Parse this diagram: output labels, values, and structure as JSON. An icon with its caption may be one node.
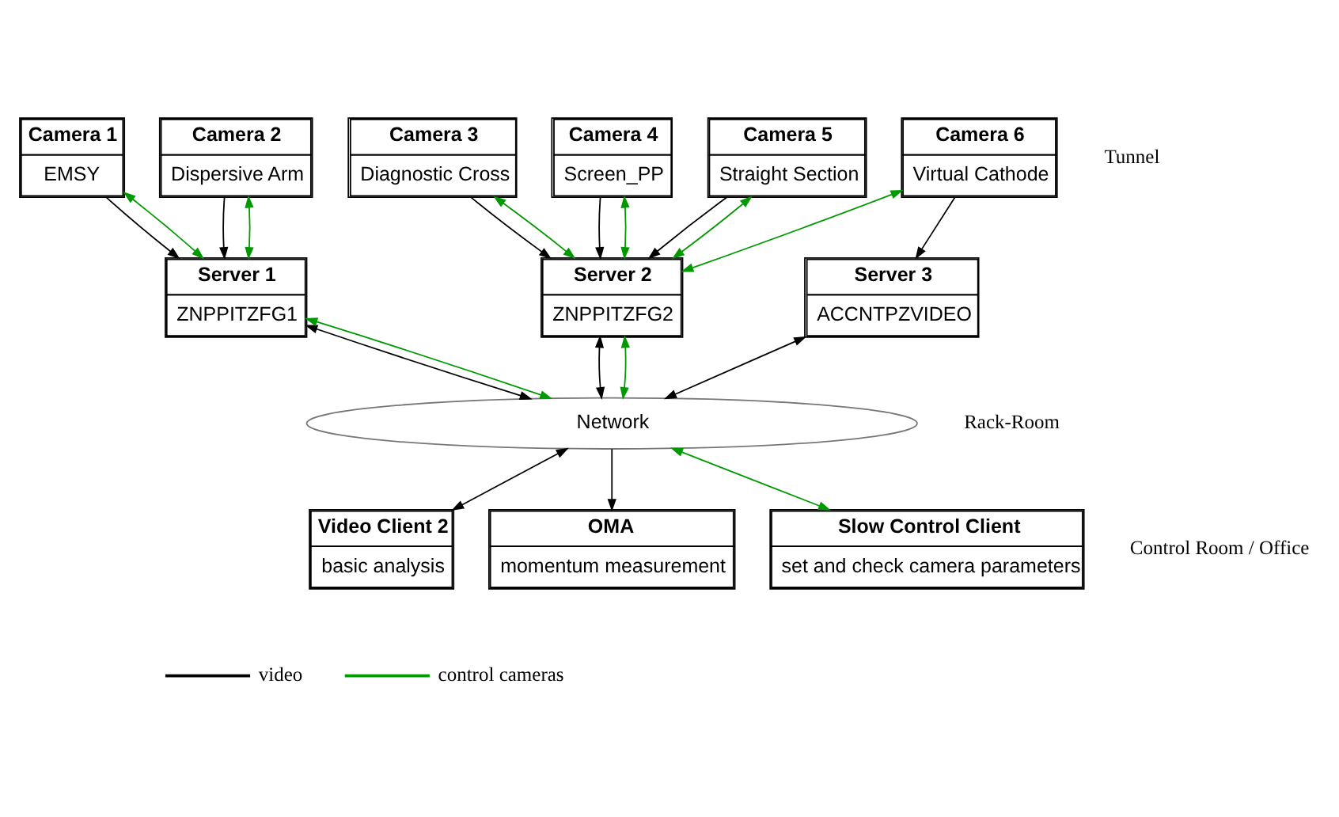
{
  "diagram": {
    "nodes": [
      {
        "text": [
          "Camera 1",
          "EMSY"
        ]
      },
      {
        "text": [
          "Camera 2",
          "Dispersive Arm"
        ]
      },
      {
        "text": [
          "Camera 3",
          "Diagnostic Cross"
        ]
      },
      {
        "text": [
          "Camera 4",
          "Screen_PP"
        ]
      },
      {
        "text": [
          "Camera 5",
          "Straight Section"
        ]
      },
      {
        "text": [
          "Camera 6",
          "Virtual Cathode"
        ]
      },
      {
        "text": [
          "Server 1",
          "ZNPPITZFG1"
        ]
      },
      {
        "text": [
          "Server 2",
          "ZNPPITZFG2"
        ]
      },
      {
        "text": [
          "Server 3",
          "ACCNTPZVIDEO"
        ]
      },
      {
        "text": [
          "Network"
        ]
      },
      {
        "text": [
          "Video Client 2",
          "basic analysis"
        ]
      },
      {
        "text": [
          "OMA",
          "momentum measurement"
        ]
      },
      {
        "text": [
          "Slow Control Client",
          "set and check camera parameters"
        ]
      }
    ],
    "edges": [
      {
        "from": 0,
        "to": 6,
        "arrow": "to"
      },
      {
        "from": 0,
        "to": 6,
        "arrow": "both",
        "color": "#009900"
      },
      {
        "from": 1,
        "to": 6,
        "arrow": "to"
      },
      {
        "from": 1,
        "to": 6,
        "arrow": "both",
        "color": "#009900"
      },
      {
        "from": 2,
        "to": 7,
        "arrow": "to"
      },
      {
        "from": 2,
        "to": 7,
        "arrow": "both",
        "color": "#009900"
      },
      {
        "from": 3,
        "to": 7,
        "arrow": "to"
      },
      {
        "from": 3,
        "to": 7,
        "arrow": "both",
        "color": "#009900"
      },
      {
        "from": 4,
        "to": 7,
        "arrow": "to"
      },
      {
        "from": 4,
        "to": 7,
        "arrow": "both",
        "color": "#009900"
      },
      {
        "from": 5,
        "to": 7,
        "arrow": "both",
        "color": "#009900"
      },
      {
        "from": 5,
        "to": 8,
        "arrow": "to"
      },
      {
        "from": 6,
        "to": 9,
        "arrow": "both"
      },
      {
        "from": 6,
        "to": 9,
        "arrow": "both",
        "color": "#009900"
      },
      {
        "from": 7,
        "to": 9,
        "arrow": "both"
      },
      {
        "from": 7,
        "to": 9,
        "arrow": "both",
        "color": "#009900"
      },
      {
        "from": 8,
        "to": 9,
        "arrow": "both"
      },
      {
        "from": 9,
        "to": 10,
        "arrow": "both"
      },
      {
        "from": 9,
        "to": 11,
        "arrow": "to"
      },
      {
        "from": 9,
        "to": 12,
        "arrow": "both",
        "color": "#009900"
      }
    ],
    "labels": [
      "Tunnel",
      "Rack-Room",
      "Control Room / Office"
    ],
    "legend": [
      {
        "text": "video"
      },
      {
        "text": "control cameras"
      }
    ]
  }
}
